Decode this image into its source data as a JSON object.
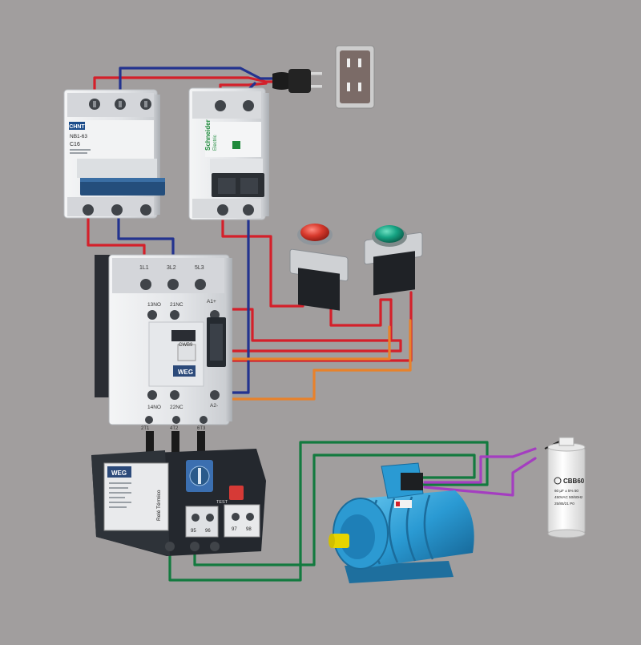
{
  "colors": {
    "background": "#a19e9e",
    "wire_phase": "#d4202a",
    "wire_neutral": "#23338f",
    "wire_control": "#e8822b",
    "wire_motor": "#137a3f",
    "wire_capacitor": "#a43ec0",
    "device_body": "#e8e9eb",
    "device_dark": "#2a2d33",
    "accent_blue": "#2a5a8a",
    "motor_blue": "#2f9fd6"
  },
  "mcb_3pole": {
    "brand": "CHNT",
    "model": "NB1-63",
    "rating": "C16"
  },
  "mcb_2pole": {
    "brand": "Schneider",
    "sub_brand": "Electric"
  },
  "contactor": {
    "terminal_top_1": "1L1",
    "terminal_top_2": "3L2",
    "terminal_top_3": "5L3",
    "aux_13": "13NO",
    "aux_21": "21NC",
    "coil_a1": "A1+",
    "coil_a2": "A2-",
    "aux_14": "14NO",
    "aux_22": "22NC",
    "model": "CWB9",
    "brand": "WEG",
    "terminal_bottom_1": "2T1",
    "terminal_bottom_2": "4T2",
    "terminal_bottom_3": "6T3"
  },
  "overload_relay": {
    "brand": "WEG",
    "title": "Relé Térmico",
    "button_label": "TEST",
    "terminal_95": "95",
    "terminal_96": "96",
    "terminal_97": "97",
    "terminal_98": "98"
  },
  "capacitor": {
    "brand": "CBB60",
    "capacitance": "60 µF ± 5% 50",
    "voltage": "450VAC 50/60Hz",
    "class": "25/85/21 P0"
  }
}
